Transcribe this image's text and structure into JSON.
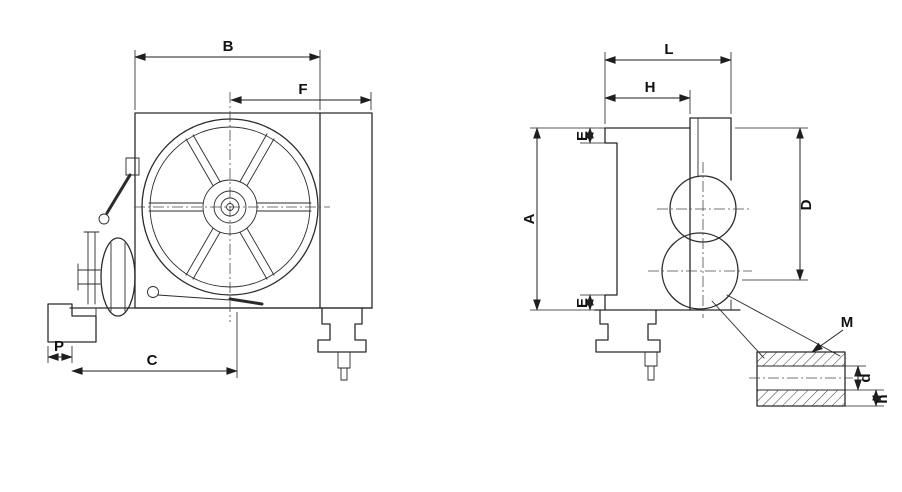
{
  "drawing": {
    "background_color": "#ffffff",
    "line_color": "#2b2b2b",
    "views": {
      "front_view": "rotary-table-front-view",
      "side_view": "rotary-table-side-view",
      "detail_view": "worm-shaft-section-detail"
    },
    "labels": {
      "b": "B",
      "f": "F",
      "p": "P",
      "c": "C",
      "l": "L",
      "h": "H",
      "e_top": "E",
      "e_bottom": "E",
      "a": "A",
      "d_big": "D",
      "m": "M",
      "d_small": "d",
      "h_small": "h"
    }
  }
}
